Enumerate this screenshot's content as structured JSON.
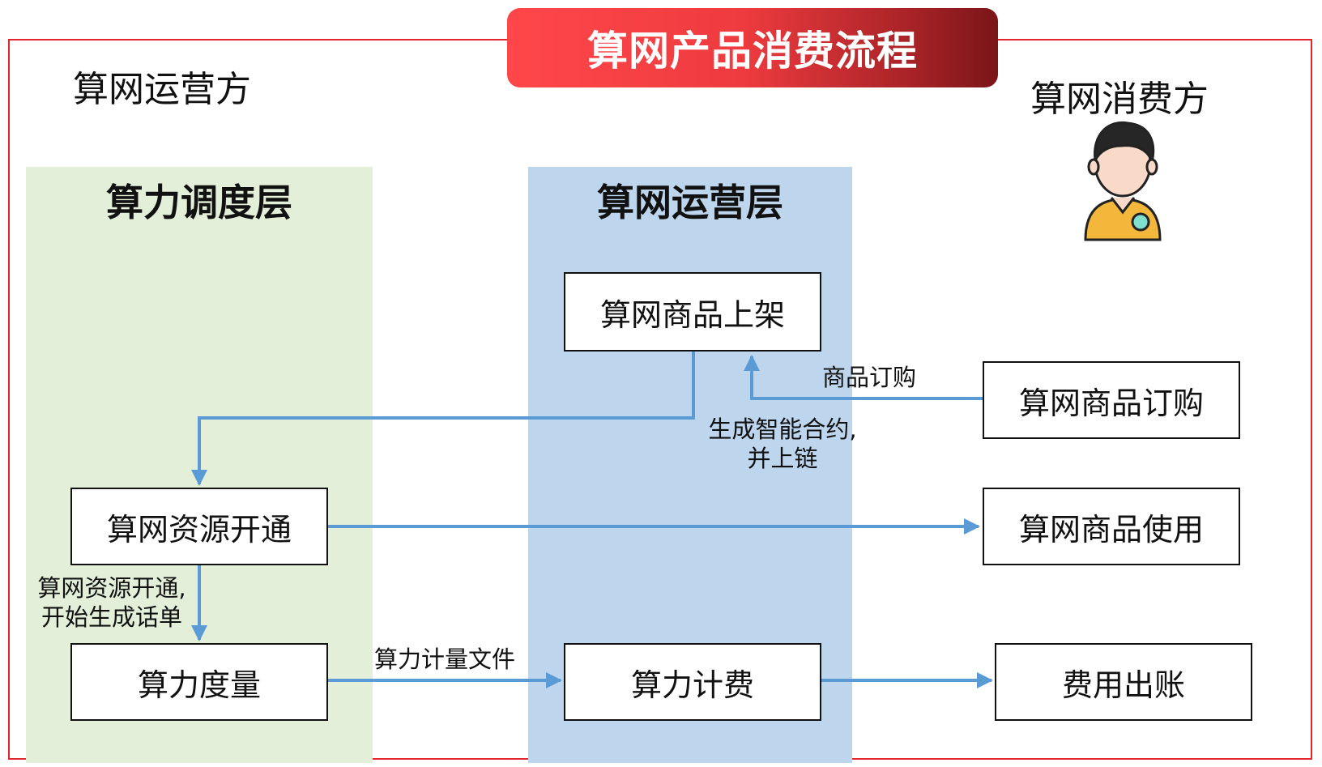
{
  "title": "算网产品消费流程",
  "parties": {
    "operator": "算网运营方",
    "consumer": "算网消费方"
  },
  "layers": {
    "schedule": "算力调度层",
    "operate": "算网运营层"
  },
  "nodes": {
    "listing": "算网商品上架",
    "order": "算网商品订购",
    "open": "算网资源开通",
    "use": "算网商品使用",
    "measure": "算力度量",
    "billing": "算力计费",
    "invoice": "费用出账"
  },
  "edge_labels": {
    "order": "商品订购",
    "contract": [
      "生成智能合约,",
      "并上链"
    ],
    "open": [
      "算网资源开通,",
      "开始生成话单"
    ],
    "file": "算力计量文件"
  },
  "colors": {
    "frame": "#e1262d",
    "arrow": "#5b9bd5",
    "schedule_layer": "#e3efd9",
    "operate_layer": "#bdd6ee",
    "title_banner": "#ee3b3f"
  },
  "icons": {
    "consumer_avatar": "person-avatar-icon"
  }
}
